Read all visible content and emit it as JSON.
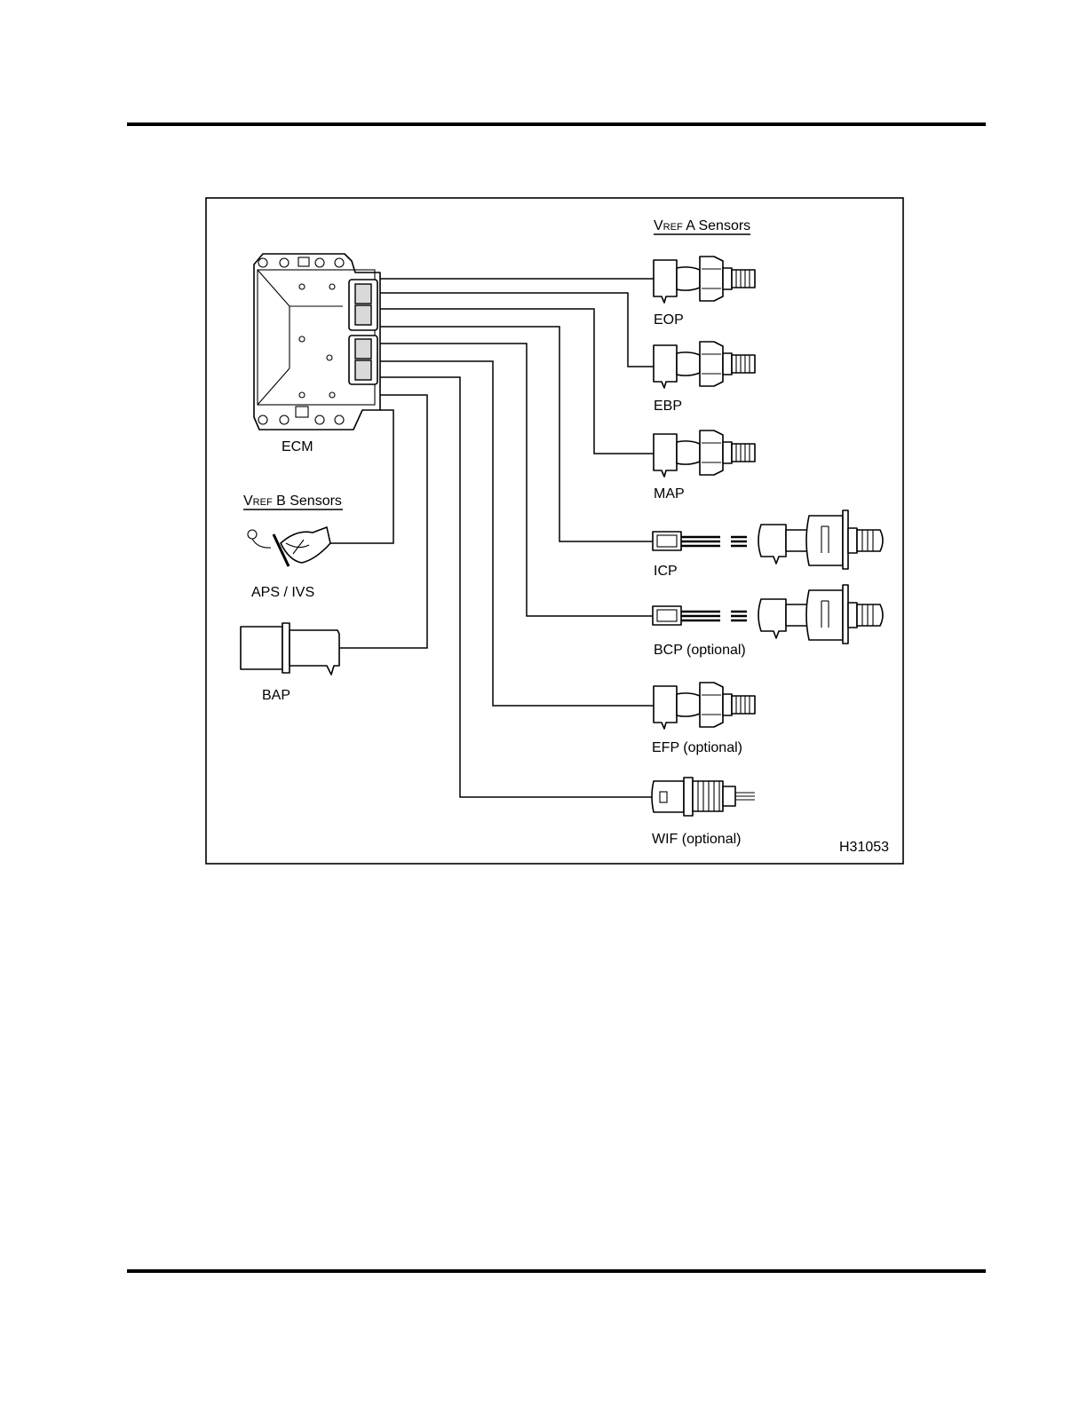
{
  "diagram": {
    "figure_id": "H31053",
    "group_a": {
      "prefix": "V",
      "subscript": "REF",
      "suffix": " A Sensors"
    },
    "group_b": {
      "prefix": "V",
      "subscript": "REF",
      "suffix": " B Sensors"
    },
    "ecm_label": "ECM",
    "sensors_a": [
      {
        "label": "EOP"
      },
      {
        "label": "EBP"
      },
      {
        "label": "MAP"
      },
      {
        "label": "ICP"
      },
      {
        "label": "BCP (optional)"
      },
      {
        "label": "EFP (optional)"
      },
      {
        "label": "WIF (optional)"
      }
    ],
    "sensors_b": [
      {
        "label": "APS / IVS"
      },
      {
        "label": "BAP"
      }
    ]
  }
}
